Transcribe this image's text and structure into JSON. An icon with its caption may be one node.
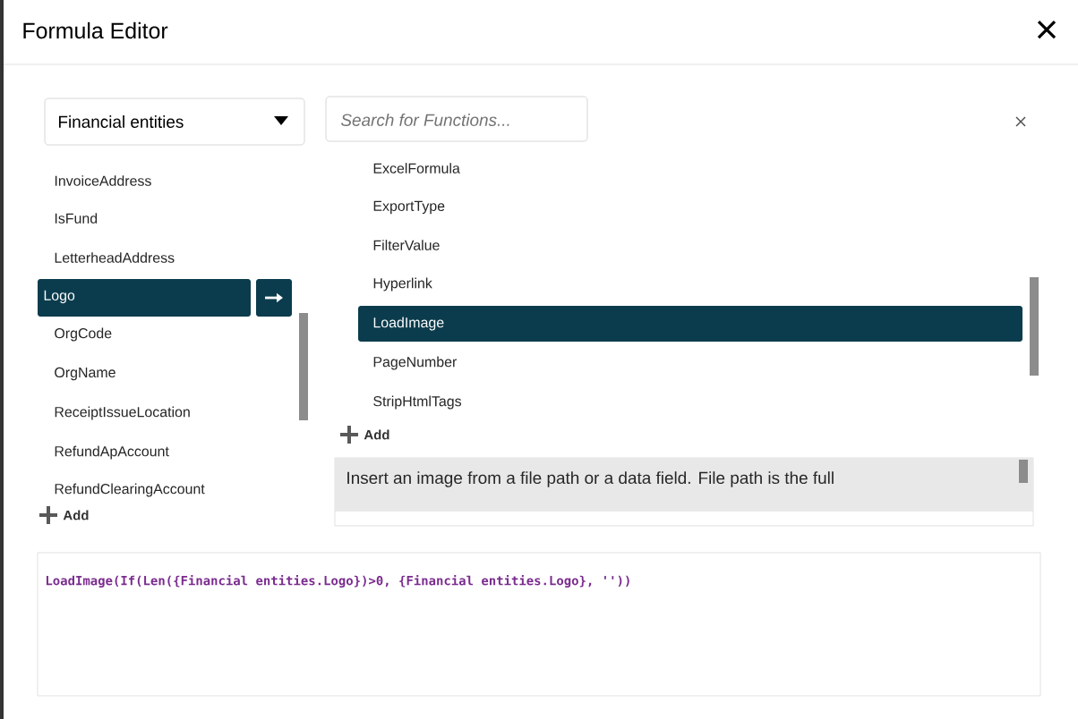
{
  "diagram": {
    "title": "Formula Editor",
    "labels": [
      "Financial entities",
      "Search for Functions...",
      "InvoiceAddress",
      "IsFund",
      "LetterheadAddress",
      "Logo",
      "OrgCode",
      "OrgName",
      "ReceiptIssueLocation",
      "RefundApAccount",
      "RefundClearingAccount",
      "Add",
      "ExcelFormula",
      "ExportType",
      "FilterValue",
      "Hyperlink",
      "LoadImage",
      "PageNumber",
      "StripHtmlTags",
      "Add",
      "Insert an image from a file path or a data field. File path is the full",
      "LoadImage(If(Len({Financial entities.Logo})>0, {Financial entities.Logo}, ''))"
    ]
  }
}
